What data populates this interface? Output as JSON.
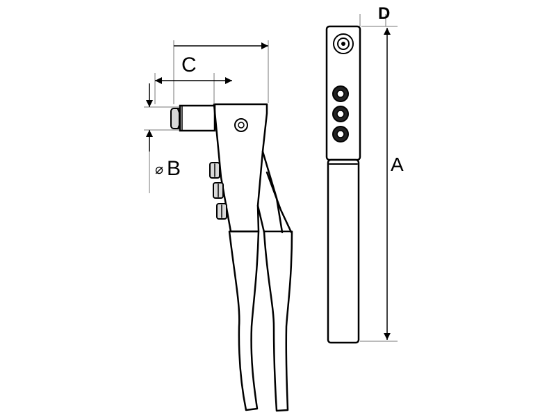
{
  "diagram": {
    "labels": {
      "a": "A",
      "b_symbol": "⌀",
      "b": "B",
      "c": "C",
      "d": "D"
    }
  }
}
